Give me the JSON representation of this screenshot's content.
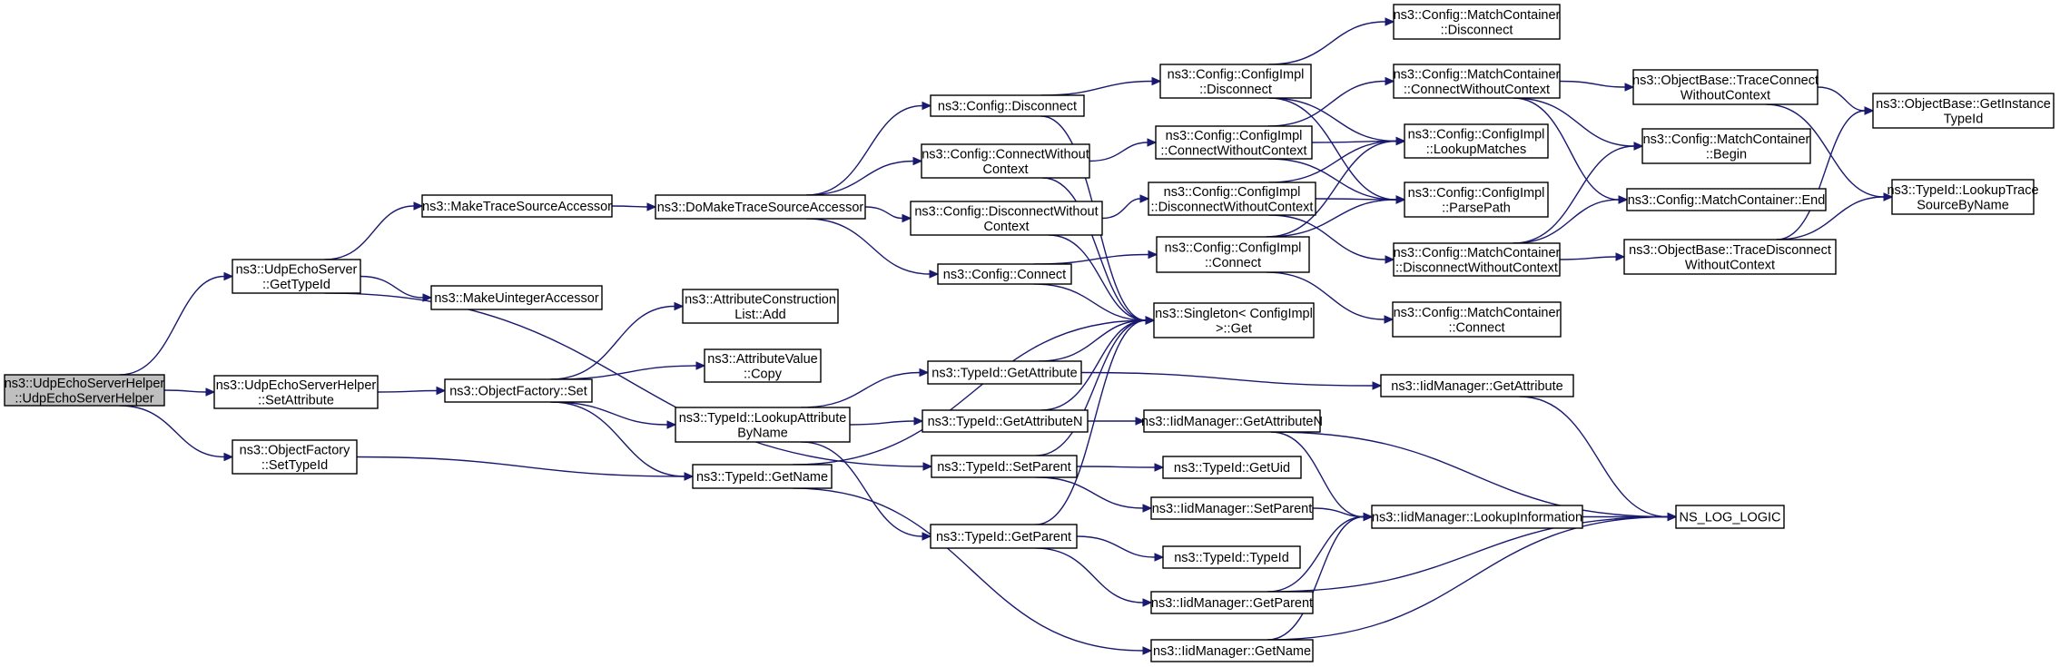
{
  "colors": {
    "edge": "#191970",
    "root_fill": "#bfbfbf",
    "node_fill": "#ffffff",
    "node_border": "#000000"
  },
  "nodes": [
    {
      "id": "root",
      "lines": [
        "ns3::UdpEchoServerHelper",
        "::UdpEchoServerHelper"
      ]
    },
    {
      "id": "udpGetTypeId",
      "lines": [
        "ns3::UdpEchoServer",
        "::GetTypeId"
      ]
    },
    {
      "id": "helperSetAttr",
      "lines": [
        "ns3::UdpEchoServerHelper",
        "::SetAttribute"
      ]
    },
    {
      "id": "ofSetTypeId",
      "lines": [
        "ns3::ObjectFactory",
        "::SetTypeId"
      ]
    },
    {
      "id": "makeTSA",
      "lines": [
        "ns3::MakeTraceSourceAccessor"
      ]
    },
    {
      "id": "makeUint",
      "lines": [
        "ns3::MakeUintegerAccessor"
      ]
    },
    {
      "id": "ofSet",
      "lines": [
        "ns3::ObjectFactory::Set"
      ]
    },
    {
      "id": "doMakeTSA",
      "lines": [
        "ns3::DoMakeTraceSourceAccessor"
      ]
    },
    {
      "id": "attrConsAdd",
      "lines": [
        "ns3::AttributeConstruction",
        "List::Add"
      ]
    },
    {
      "id": "attrValCopy",
      "lines": [
        "ns3::AttributeValue",
        "::Copy"
      ]
    },
    {
      "id": "tidLookupAttr",
      "lines": [
        "ns3::TypeId::LookupAttribute",
        "ByName"
      ]
    },
    {
      "id": "tidGetName",
      "lines": [
        "ns3::TypeId::GetName"
      ]
    },
    {
      "id": "cfgDisconnect",
      "lines": [
        "ns3::Config::Disconnect"
      ]
    },
    {
      "id": "cfgConnWO",
      "lines": [
        "ns3::Config::ConnectWithout",
        "Context"
      ]
    },
    {
      "id": "cfgDiscWO",
      "lines": [
        "ns3::Config::DisconnectWithout",
        "Context"
      ]
    },
    {
      "id": "cfgConnect",
      "lines": [
        "ns3::Config::Connect"
      ]
    },
    {
      "id": "tidGetAttr",
      "lines": [
        "ns3::TypeId::GetAttribute"
      ]
    },
    {
      "id": "tidGetAttrN",
      "lines": [
        "ns3::TypeId::GetAttributeN"
      ]
    },
    {
      "id": "tidSetParent",
      "lines": [
        "ns3::TypeId::SetParent"
      ]
    },
    {
      "id": "tidGetParent",
      "lines": [
        "ns3::TypeId::GetParent"
      ]
    },
    {
      "id": "implDisc",
      "lines": [
        "ns3::Config::ConfigImpl",
        "::Disconnect"
      ]
    },
    {
      "id": "implConnWO",
      "lines": [
        "ns3::Config::ConfigImpl",
        "::ConnectWithoutContext"
      ]
    },
    {
      "id": "implDiscWO",
      "lines": [
        "ns3::Config::ConfigImpl",
        "::DisconnectWithoutContext"
      ]
    },
    {
      "id": "implConn",
      "lines": [
        "ns3::Config::ConfigImpl",
        "::Connect"
      ]
    },
    {
      "id": "singleton",
      "lines": [
        "ns3::Singleton< ConfigImpl",
        ">::Get"
      ]
    },
    {
      "id": "tidGetUid",
      "lines": [
        "ns3::TypeId::GetUid"
      ]
    },
    {
      "id": "iidSetParent",
      "lines": [
        "ns3::IidManager::SetParent"
      ]
    },
    {
      "id": "tidTypeId",
      "lines": [
        "ns3::TypeId::TypeId"
      ]
    },
    {
      "id": "iidGetParent",
      "lines": [
        "ns3::IidManager::GetParent"
      ]
    },
    {
      "id": "iidGetName",
      "lines": [
        "ns3::IidManager::GetName"
      ]
    },
    {
      "id": "iidGetAttrN",
      "lines": [
        "ns3::IidManager::GetAttributeN"
      ]
    },
    {
      "id": "mcDisc",
      "lines": [
        "ns3::Config::MatchContainer",
        "::Disconnect"
      ]
    },
    {
      "id": "mcConnWO",
      "lines": [
        "ns3::Config::MatchContainer",
        "::ConnectWithoutContext"
      ]
    },
    {
      "id": "implLookup",
      "lines": [
        "ns3::Config::ConfigImpl",
        "::LookupMatches"
      ]
    },
    {
      "id": "implParse",
      "lines": [
        "ns3::Config::ConfigImpl",
        "::ParsePath"
      ]
    },
    {
      "id": "mcDiscWO",
      "lines": [
        "ns3::Config::MatchContainer",
        "::DisconnectWithoutContext"
      ]
    },
    {
      "id": "mcConn",
      "lines": [
        "ns3::Config::MatchContainer",
        "::Connect"
      ]
    },
    {
      "id": "iidGetAttr",
      "lines": [
        "ns3::IidManager::GetAttribute"
      ]
    },
    {
      "id": "iidLookupInfo",
      "lines": [
        "ns3::IidManager::LookupInformation"
      ]
    },
    {
      "id": "obTraceConn",
      "lines": [
        "ns3::ObjectBase::TraceConnect",
        "WithoutContext"
      ]
    },
    {
      "id": "mcBegin",
      "lines": [
        "ns3::Config::MatchContainer",
        "::Begin"
      ]
    },
    {
      "id": "mcEnd",
      "lines": [
        "ns3::Config::MatchContainer::End"
      ]
    },
    {
      "id": "obTraceDisc",
      "lines": [
        "ns3::ObjectBase::TraceDisconnect",
        "WithoutContext"
      ]
    },
    {
      "id": "nsLogLogic",
      "lines": [
        "NS_LOG_LOGIC"
      ]
    },
    {
      "id": "obGetInstTid",
      "lines": [
        "ns3::ObjectBase::GetInstance",
        "TypeId"
      ]
    },
    {
      "id": "tidLookupTrace",
      "lines": [
        "ns3::TypeId::LookupTrace",
        "SourceByName"
      ]
    }
  ],
  "edges": [
    [
      "root",
      "udpGetTypeId"
    ],
    [
      "root",
      "helperSetAttr"
    ],
    [
      "root",
      "ofSetTypeId"
    ],
    [
      "udpGetTypeId",
      "makeTSA"
    ],
    [
      "udpGetTypeId",
      "makeUint"
    ],
    [
      "udpGetTypeId",
      "tidSetParent"
    ],
    [
      "helperSetAttr",
      "ofSet"
    ],
    [
      "ofSetTypeId",
      "tidGetName"
    ],
    [
      "makeTSA",
      "doMakeTSA"
    ],
    [
      "ofSet",
      "attrConsAdd"
    ],
    [
      "ofSet",
      "attrValCopy"
    ],
    [
      "ofSet",
      "tidLookupAttr"
    ],
    [
      "ofSet",
      "tidGetName"
    ],
    [
      "doMakeTSA",
      "cfgDisconnect"
    ],
    [
      "doMakeTSA",
      "cfgConnWO"
    ],
    [
      "doMakeTSA",
      "cfgDiscWO"
    ],
    [
      "doMakeTSA",
      "cfgConnect"
    ],
    [
      "tidLookupAttr",
      "tidGetAttr"
    ],
    [
      "tidLookupAttr",
      "tidGetAttrN"
    ],
    [
      "tidLookupAttr",
      "tidGetParent"
    ],
    [
      "tidGetName",
      "singleton"
    ],
    [
      "tidGetName",
      "iidGetName"
    ],
    [
      "cfgDisconnect",
      "implDisc"
    ],
    [
      "cfgDisconnect",
      "singleton"
    ],
    [
      "cfgConnWO",
      "implConnWO"
    ],
    [
      "cfgConnWO",
      "singleton"
    ],
    [
      "cfgDiscWO",
      "implDiscWO"
    ],
    [
      "cfgDiscWO",
      "singleton"
    ],
    [
      "cfgConnect",
      "implConn"
    ],
    [
      "cfgConnect",
      "singleton"
    ],
    [
      "tidGetAttr",
      "singleton"
    ],
    [
      "tidGetAttr",
      "iidGetAttr"
    ],
    [
      "tidGetAttrN",
      "singleton"
    ],
    [
      "tidGetAttrN",
      "iidGetAttrN"
    ],
    [
      "tidSetParent",
      "singleton"
    ],
    [
      "tidSetParent",
      "tidGetUid"
    ],
    [
      "tidSetParent",
      "iidSetParent"
    ],
    [
      "tidGetParent",
      "singleton"
    ],
    [
      "tidGetParent",
      "tidTypeId"
    ],
    [
      "tidGetParent",
      "iidGetParent"
    ],
    [
      "implDisc",
      "mcDisc"
    ],
    [
      "implDisc",
      "implLookup"
    ],
    [
      "implDisc",
      "implParse"
    ],
    [
      "implConnWO",
      "mcConnWO"
    ],
    [
      "implConnWO",
      "implLookup"
    ],
    [
      "implConnWO",
      "implParse"
    ],
    [
      "implDiscWO",
      "mcDiscWO"
    ],
    [
      "implDiscWO",
      "implLookup"
    ],
    [
      "implDiscWO",
      "implParse"
    ],
    [
      "implConn",
      "mcConn"
    ],
    [
      "implConn",
      "implLookup"
    ],
    [
      "implConn",
      "implParse"
    ],
    [
      "iidSetParent",
      "iidLookupInfo"
    ],
    [
      "iidGetParent",
      "iidLookupInfo"
    ],
    [
      "iidGetParent",
      "nsLogLogic"
    ],
    [
      "iidGetName",
      "iidLookupInfo"
    ],
    [
      "iidGetName",
      "nsLogLogic"
    ],
    [
      "iidGetAttrN",
      "iidLookupInfo"
    ],
    [
      "iidGetAttrN",
      "nsLogLogic"
    ],
    [
      "mcConnWO",
      "obTraceConn"
    ],
    [
      "mcConnWO",
      "mcBegin"
    ],
    [
      "mcConnWO",
      "mcEnd"
    ],
    [
      "mcDiscWO",
      "mcBegin"
    ],
    [
      "mcDiscWO",
      "mcEnd"
    ],
    [
      "mcDiscWO",
      "obTraceDisc"
    ],
    [
      "iidGetAttr",
      "nsLogLogic"
    ],
    [
      "iidLookupInfo",
      "nsLogLogic"
    ],
    [
      "obTraceConn",
      "obGetInstTid"
    ],
    [
      "obTraceConn",
      "tidLookupTrace"
    ],
    [
      "obTraceDisc",
      "obGetInstTid"
    ],
    [
      "obTraceDisc",
      "tidLookupTrace"
    ]
  ]
}
